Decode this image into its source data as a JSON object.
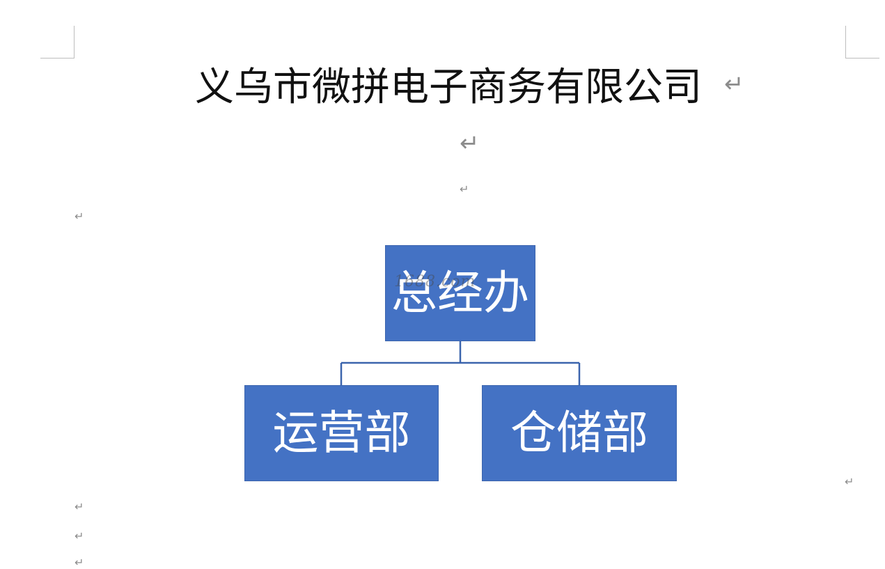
{
  "document": {
    "title": "义乌市微拼电子商务有限公司",
    "paragraph_mark": "↵"
  },
  "org_chart": {
    "root": {
      "label": "总经办"
    },
    "children": [
      {
        "label": "运营部"
      },
      {
        "label": "仓储部"
      }
    ],
    "box_color": "#4472c4",
    "line_color": "#3b64ad",
    "text_color": "#ffffff"
  },
  "watermark": {
    "text": "1688.com"
  }
}
